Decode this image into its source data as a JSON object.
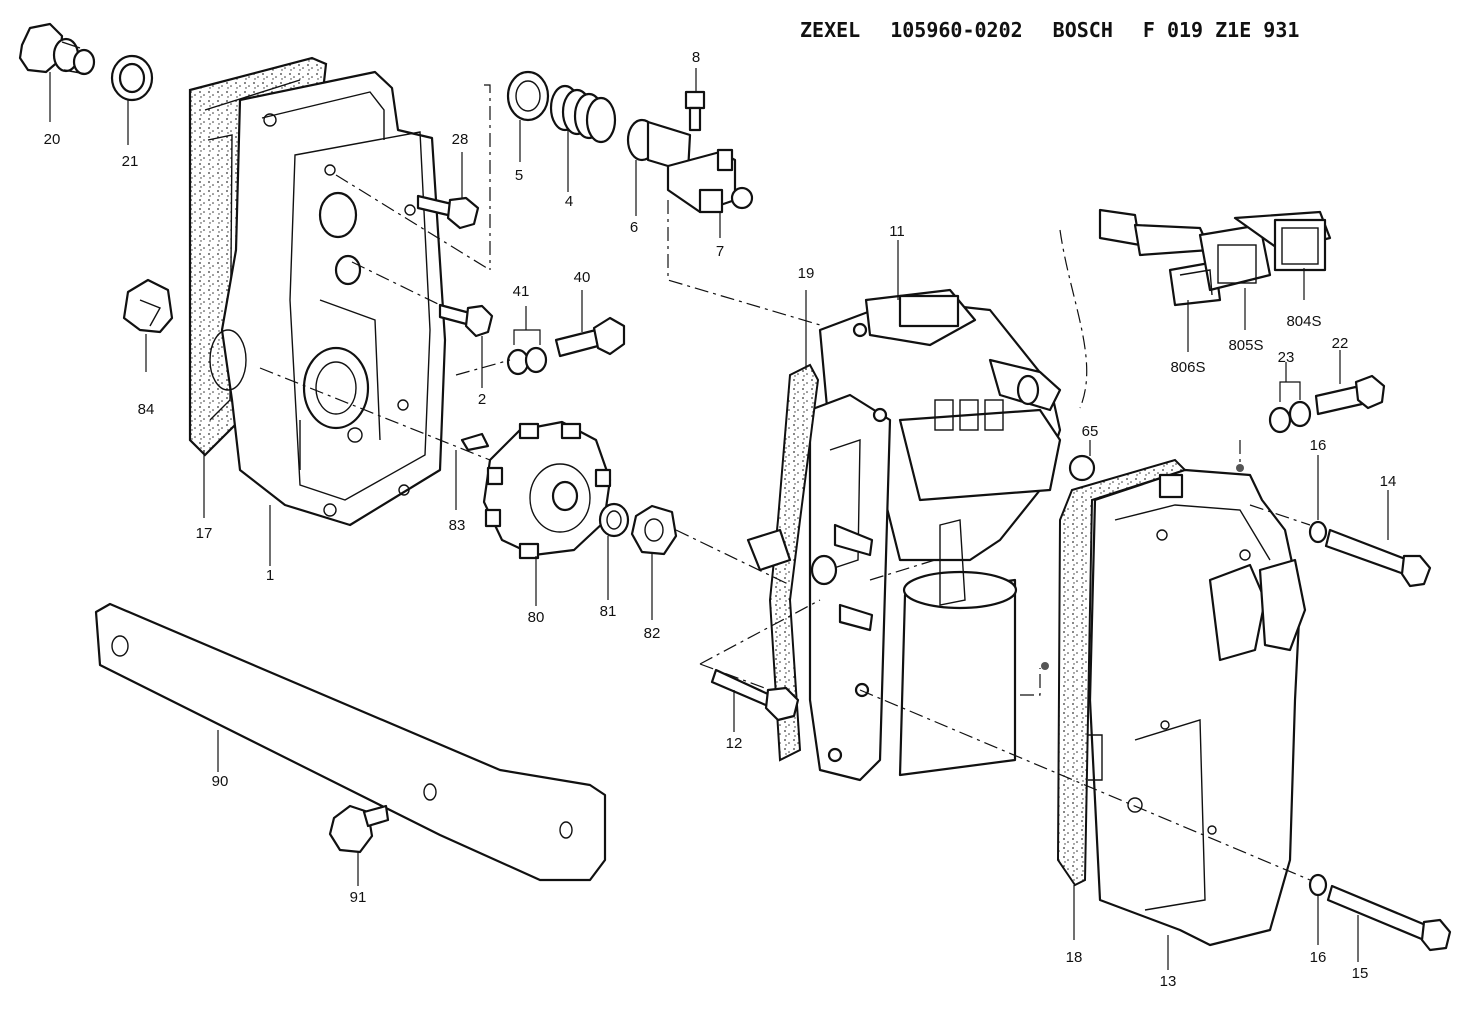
{
  "header": {
    "brand_zexel": "ZEXEL",
    "zexel_number": "105960-0202",
    "brand_bosch": "BOSCH",
    "bosch_number": "F 019 Z1E 931"
  },
  "part_labels": [
    "20",
    "21",
    "28",
    "8",
    "5",
    "4",
    "6",
    "7",
    "11",
    "19",
    "804S",
    "805S",
    "806S",
    "41",
    "40",
    "2",
    "23",
    "22",
    "84",
    "17",
    "1",
    "83",
    "80",
    "81",
    "82",
    "65",
    "16",
    "14",
    "12",
    "90",
    "91",
    "18",
    "13",
    "16",
    "15"
  ]
}
